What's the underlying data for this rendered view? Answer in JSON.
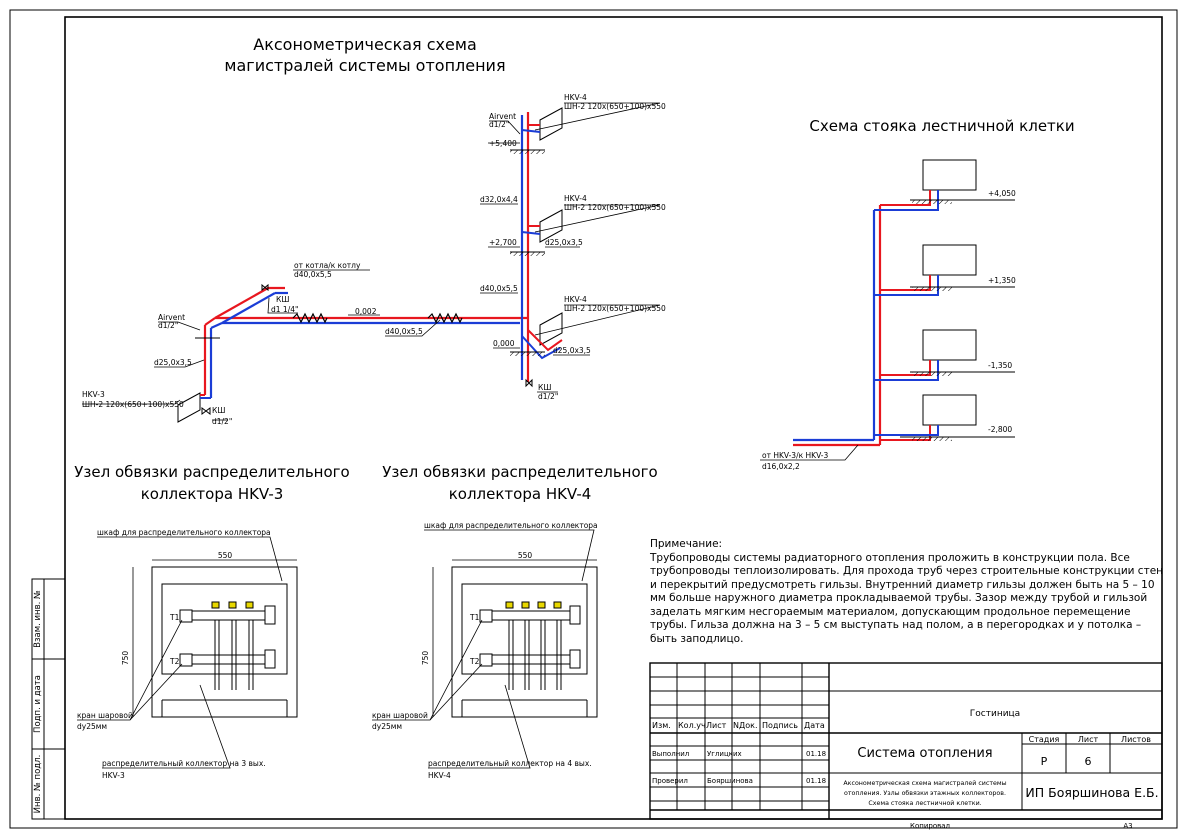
{
  "titles": {
    "axon": [
      "Аксонометрическая схема",
      "магистралей системы отопления"
    ],
    "stair": "Схема стояка лестничной клетки",
    "node3": [
      "Узел обвязки распределительного",
      "коллектора HKV-3"
    ],
    "node4": [
      "Узел обвязки распределительного",
      "коллектора HKV-4"
    ]
  },
  "axon_labels": {
    "airvent_left": "Airvent",
    "airvent_left_d": "d1/2\"",
    "airvent_top": "Airvent",
    "airvent_top_d": "d1/2\"",
    "boiler": "от котла/к котлу",
    "boiler_d": "d40,0х5,5",
    "ksh": "КШ",
    "d1_14": "d1 1/4\"",
    "slope": "0,002",
    "d40_main": "d40,0х5,5",
    "d25_left": "d25,0х3,5",
    "hkv3": "HKV-3",
    "hkv3_spec": "ШН-2 120х(650+100)х550",
    "ksh_bottom": "КШ",
    "ksh_bottom_d": "d1/2\"",
    "hkv4": "HKV-4",
    "hkv4_spec": "ШН-2 120х(650+100)х550",
    "lvl_5400": "+5,400",
    "d32": "d32,0х4,4",
    "d25_a": "d25,0х3,5",
    "lvl_2700": "+2,700",
    "d40_riser": "d40,0х5,5",
    "lvl_0000": "0,000",
    "d25_b": "d25,0х3,5",
    "ksh_riser": "КШ",
    "ksh_riser_d": "d1/2\""
  },
  "stair_labels": {
    "lvl1": "+4,050",
    "lvl2": "+1,350",
    "lvl3": "-1,350",
    "lvl4": "-2,800",
    "from": "от HKV-3/к HKV-3",
    "pipe": "d16,0х2,2"
  },
  "node_labels": {
    "cabinet": "шкаф для распределительного коллектора",
    "width": "550",
    "height": "750",
    "t1": "Т1",
    "t2": "Т2",
    "valve": "кран шаровой",
    "valve_d": "dy25мм",
    "coll3": "распределительный коллектор на 3 вых.",
    "coll3_name": "HKV-3",
    "coll4": "распределительный коллектор на 4 вых.",
    "coll4_name": "HKV-4"
  },
  "note": {
    "head": "Примечание:",
    "body": "Трубопроводы системы радиаторного отопления проложить в конструкции пола. Все трубопроводы теплоизолировать. Для прохода труб через строительные конструкции стен и перекрытий предусмотреть гильзы. Внутренний диаметр гильзы должен быть на 5 – 10 мм больше наружного диаметра прокладываемой трубы. Зазор между трубой и гильзой заделать мягким несгораемым материалом, допускающим продольное перемещение трубы. Гильза должна на 3 – 5 см выступать над полом, а в перегородках и у потолка – быть заподлицо."
  },
  "stamp": {
    "headers": [
      "Изм.",
      "Кол.уч",
      "Лист",
      "NДок.",
      "Подпись",
      "Дата"
    ],
    "row1": [
      "Выполнил",
      "Углицких",
      "01.18"
    ],
    "row2": [
      "Проверил",
      "Бояршинова",
      "01.18"
    ],
    "object": "Гостиница",
    "system": "Система отопления",
    "desc": [
      "Аксонометрическая схема магистралей системы",
      "отопления. Узлы обвязки этажных коллекторов.",
      "Схема стояка лестничной клетки."
    ],
    "stage_h": "Стадия",
    "sheet_h": "Лист",
    "sheets_h": "Листов",
    "stage": "Р",
    "sheet": "6",
    "company": "ИП Бояршинова Е.Б.",
    "copied": "Копировал",
    "format": "А3"
  },
  "side_stamp": [
    "Взам. инв. №",
    "Подп. и дата",
    "Инв. № подл."
  ],
  "colors": {
    "supply": "#e8171f",
    "return": "#1b3dd6",
    "line": "#000000"
  }
}
